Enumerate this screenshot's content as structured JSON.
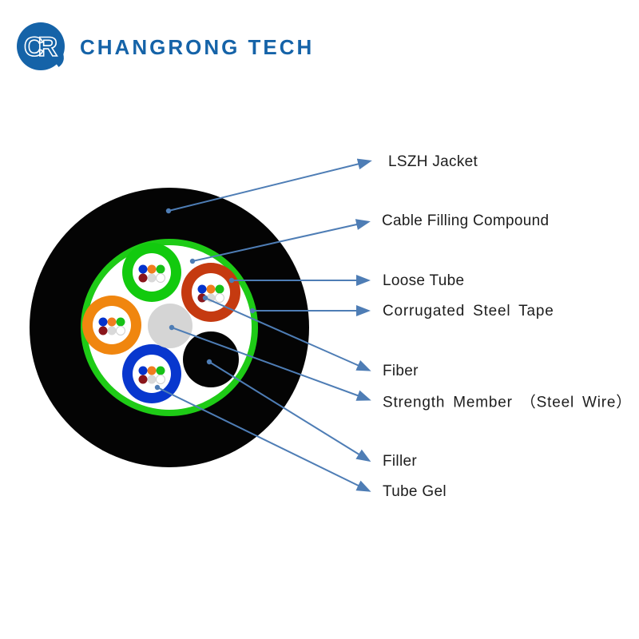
{
  "brand": {
    "name": "CHANGRONG TECH",
    "monogram": "CR",
    "blue": "#1563A8"
  },
  "diagram": {
    "subject": "Stranded loose tube fiber optic cable cross-section",
    "labels": [
      {
        "id": "lszh-jacket",
        "text": "LSZH Jacket"
      },
      {
        "id": "cable-filling-compound",
        "text": "Cable Filling Compound"
      },
      {
        "id": "loose-tube",
        "text": "Loose Tube"
      },
      {
        "id": "corrugated-steel-tape",
        "text": "Corrugated  Steel  Tape"
      },
      {
        "id": "fiber",
        "text": "Fiber"
      },
      {
        "id": "strength-member",
        "text": "Strength  Member （Steel Wire）"
      },
      {
        "id": "filler",
        "text": "Filler"
      },
      {
        "id": "tube-gel",
        "text": "Tube Gel"
      }
    ],
    "colors": {
      "jacket": "#040404",
      "steel_tape_ring": "#1ecb16",
      "filling_compound": "#ffffff",
      "tube_green": "#12ca0e",
      "tube_red": "#c53a10",
      "tube_orange": "#f0860f",
      "tube_blue": "#0837ce",
      "strength_member_gray": "#d5d5d5",
      "filler_black": "#040404",
      "leader_line": "#4e7db5"
    },
    "fiber_colors": [
      "#0433cc",
      "#f07d1e",
      "#17c117",
      "#8a161b",
      "#d9d9d9",
      "#ffffff"
    ]
  }
}
